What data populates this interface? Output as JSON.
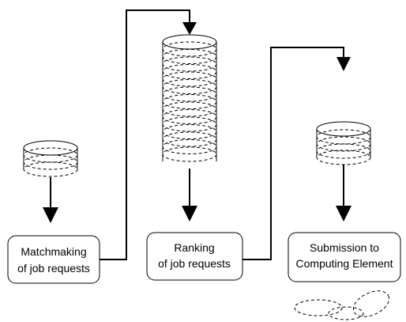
{
  "diagram": {
    "boxes": [
      {
        "lines": [
          "Matchmaking",
          "of job requests"
        ]
      },
      {
        "lines": [
          "Ranking",
          "of job requests"
        ]
      },
      {
        "lines": [
          "Submission to",
          "Computing Element"
        ]
      }
    ],
    "colors": {
      "stroke": "#000000",
      "background": "#ffffff"
    }
  }
}
